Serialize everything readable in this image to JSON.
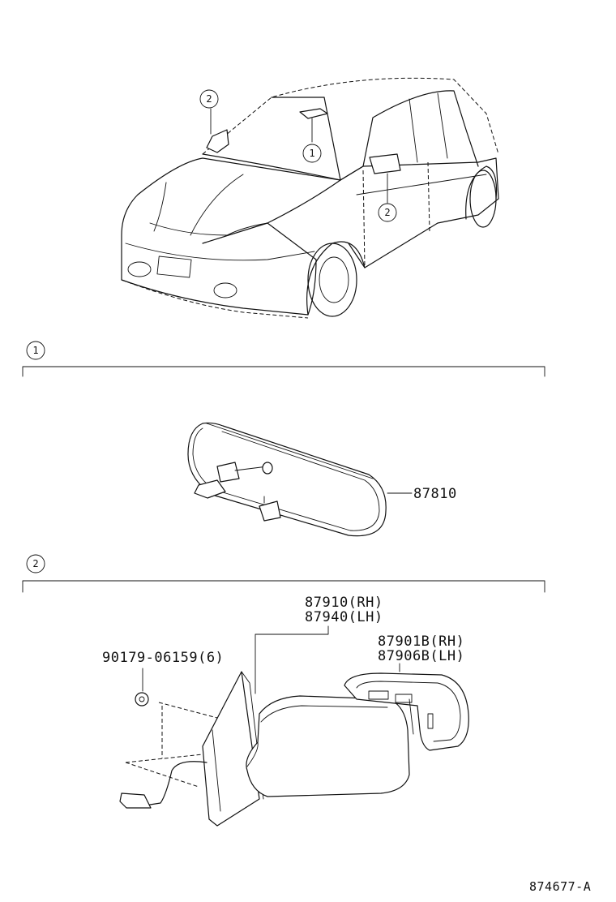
{
  "callouts": {
    "overview_rear_mirror": "1",
    "overview_door_mirror_left": "2",
    "overview_door_mirror_right": "2",
    "section_1": "1",
    "section_2": "2"
  },
  "parts": {
    "inner_mirror": "87810",
    "outer_mirror_rh": "87910(RH)",
    "outer_mirror_lh": "87940(LH)",
    "mirror_cover_rh": "87901B(RH)",
    "mirror_cover_lh": "87906B(LH)",
    "screw": "90179-06159(6)"
  },
  "footer": {
    "drawing_number": "874677-A"
  }
}
